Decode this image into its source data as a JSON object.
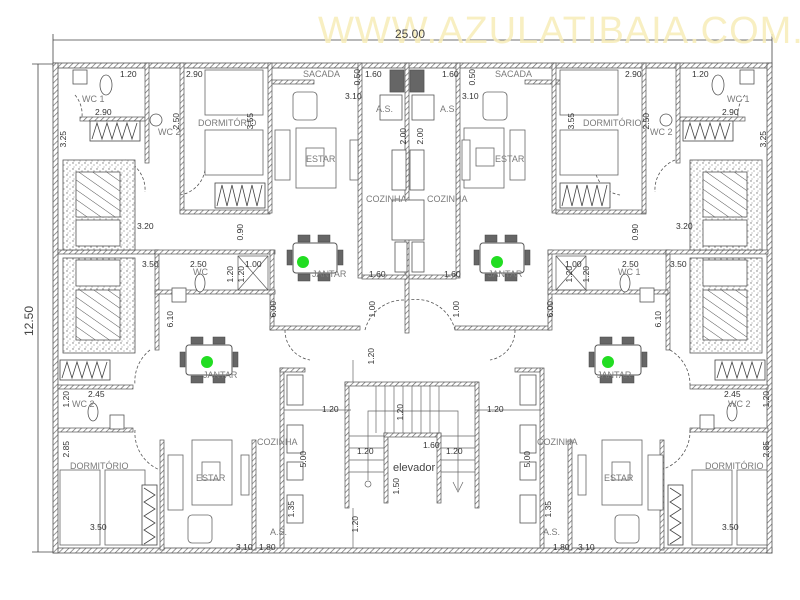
{
  "watermark": "WWW.AZULATIBAIA.COM.BR",
  "overall_dimensions": {
    "width": "25.00",
    "height": "12.50"
  },
  "colors": {
    "wall": "#555555",
    "hatch": "#777777",
    "line": "#444444",
    "label": "#7a7a7a",
    "plant": "#22dd22",
    "watermark": "#f7edb8"
  },
  "rooms": {
    "sacada": "SACADA",
    "dormitorio": "DORMITÓRIO",
    "estar": "ESTAR",
    "cozinha": "COZINHA",
    "jantar": "JANTAR",
    "as": "A.S.",
    "wc1": "WC 1",
    "wc2": "WC 2",
    "wc": "WC",
    "elevador": "elevador"
  },
  "dims": {
    "d120": "1.20",
    "d290": "2.90",
    "d250": "2.50",
    "d355": "3.55",
    "d050": "0.50",
    "d160": "1.60",
    "d310": "3.10",
    "d200": "2.00",
    "d325": "3.25",
    "d320": "3.20",
    "d090": "0.90",
    "d350": "3.50",
    "d100": "1.00",
    "d600": "6.00",
    "d610": "6.10",
    "d245": "2.45",
    "d285": "2.85",
    "d500": "5.00",
    "d135": "1.35",
    "d180": "1.80",
    "d150": "1.50"
  }
}
